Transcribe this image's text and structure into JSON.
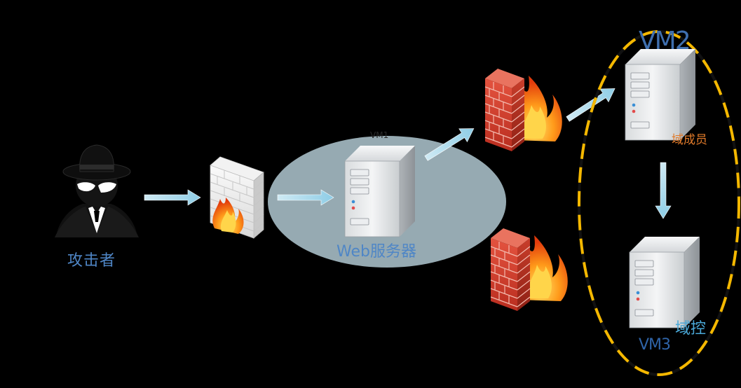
{
  "nodes": {
    "attacker": {
      "label": "攻击者"
    },
    "web_server": {
      "label": "Web服务器",
      "vm_tag": "VM1"
    },
    "domain_member": {
      "label": "域成员",
      "vm_tag": "VM2"
    },
    "domain_controller": {
      "label": "域控",
      "vm_tag": "VM3"
    }
  },
  "colors": {
    "background": "#000000",
    "label_blue": "#4f86c6",
    "member_orange": "#e07a2a",
    "domain_boundary_yellow": "#f5b800",
    "arrow_cyan": "#a9d9ec",
    "vm1_zone": "#b7cfd9"
  },
  "icons": [
    "hacker-icon",
    "firewall-icon",
    "server-icon",
    "arrow-icon"
  ]
}
